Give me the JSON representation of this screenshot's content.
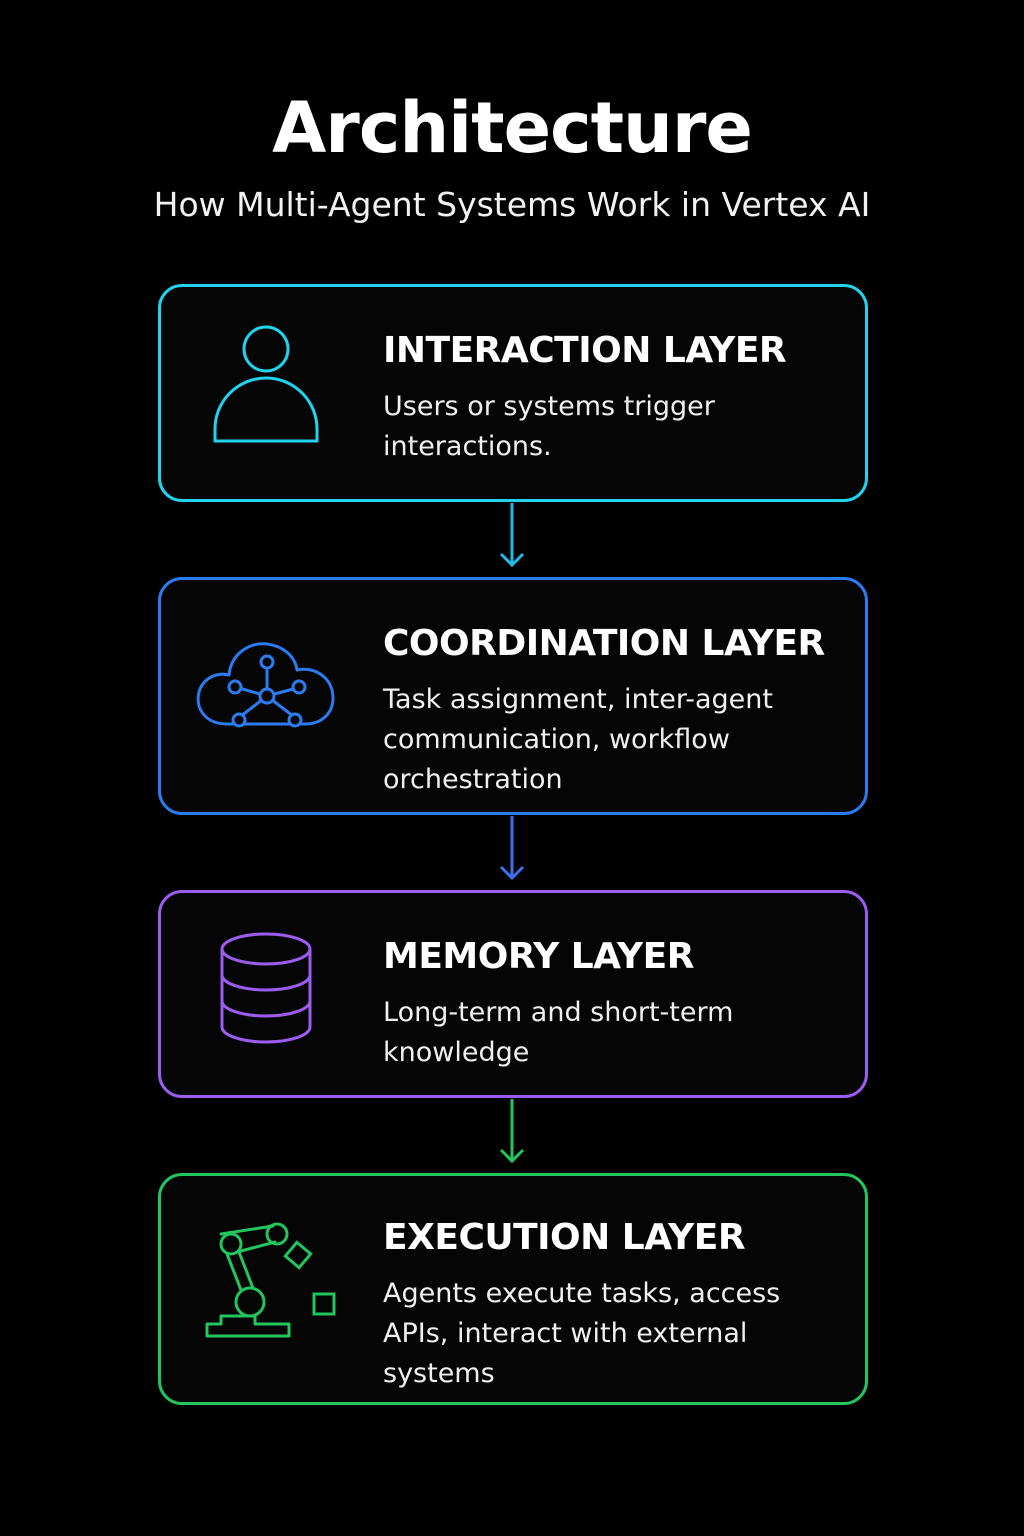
{
  "header": {
    "title": "Architecture",
    "subtitle": "How Multi-Agent Systems Work in Vertex AI"
  },
  "colors": {
    "background": "#000000",
    "interaction": "#22d3ee",
    "coordination": "#2b7cf0",
    "memory": "#9b5cf0",
    "execution": "#22c55e"
  },
  "layers": [
    {
      "heading": "INTERACTION LAYER",
      "description": "Users or systems trigger interactions.",
      "icon": "user-icon"
    },
    {
      "heading": "COORDINATION LAYER",
      "description": "Task assignment, inter-agent communication, workflow orchestration",
      "icon": "cloud-network-icon"
    },
    {
      "heading": "MEMORY LAYER",
      "description": "Long-term and short-term knowledge",
      "icon": "database-icon"
    },
    {
      "heading": "EXECUTION LAYER",
      "description": "Agents execute tasks, access APIs, interact with external systems",
      "icon": "robot-arm-icon"
    }
  ]
}
